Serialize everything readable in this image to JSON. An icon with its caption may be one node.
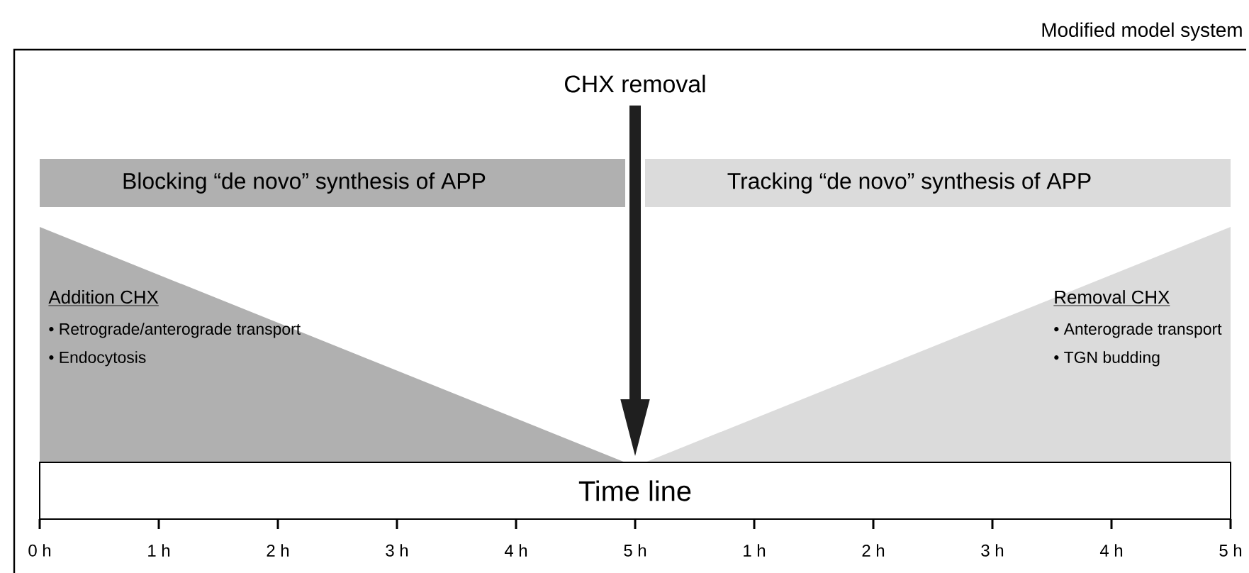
{
  "diagram": {
    "nodes": [
      {
        "text": [
          "Modified model system"
        ]
      },
      {
        "text": [
          "CHX removal"
        ],
        "in": 0
      },
      {
        "text": [
          "Blocking “de novo” synthesis of APP"
        ],
        "in": 0
      },
      {
        "text": [
          "Tracking “de novo” synthesis of APP"
        ],
        "in": 0
      },
      {
        "text": [
          "Addition CHX",
          "• Retrograde/anterograde transport",
          "• Endocytosis"
        ],
        "in": 0
      },
      {
        "text": [
          "Removal CHX",
          "• Anterograde transport",
          "• TGN budding"
        ],
        "in": 0
      },
      {
        "text": [
          "Time line"
        ],
        "in": 0
      }
    ],
    "edges": [
      {
        "from": 1,
        "to": 6,
        "arrow": "to"
      }
    ],
    "labels": [
      "0 h",
      "1 h",
      "2 h",
      "3 h",
      "4 h",
      "5 h",
      "1 h",
      "2 h",
      "3 h",
      "4 h",
      "5 h"
    ]
  }
}
